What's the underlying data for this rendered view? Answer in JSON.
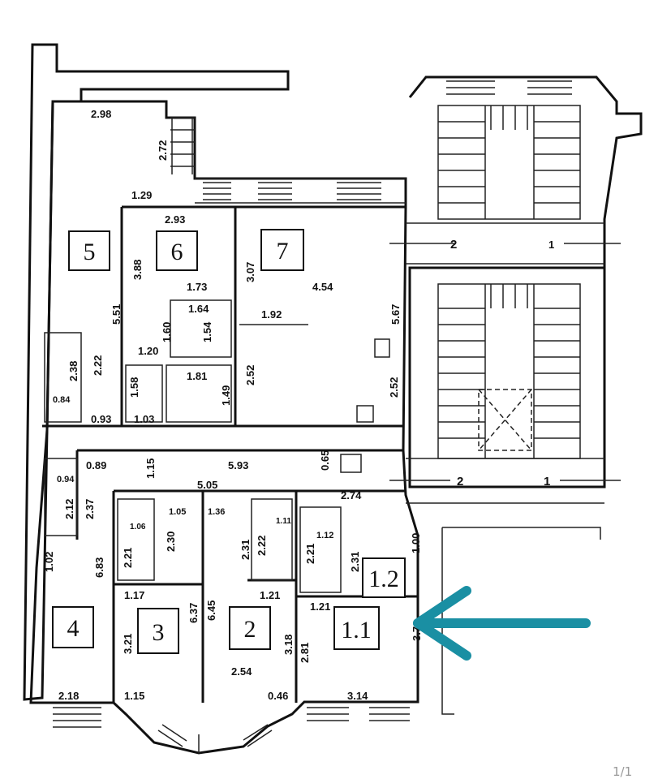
{
  "rooms": {
    "r1_1": "1.1",
    "r1_2": "1.2",
    "r2": "2",
    "r3": "3",
    "r4": "4",
    "r5": "5",
    "r6": "6",
    "r7": "7"
  },
  "dims": {
    "d2_98": "2.98",
    "d2_72": "2.72",
    "d1_29": "1.29",
    "d2_93": "2.93",
    "d3_88": "3.88",
    "d1_73": "1.73",
    "d3_07": "3.07",
    "d4_54": "4.54",
    "d5_67": "5.67",
    "d5_51": "5.51",
    "d1_64": "1.64",
    "d1_92": "1.92",
    "d1_60": "1.60",
    "d1_54": "1.54",
    "d1_20": "1.20",
    "d2_52a": "2.52",
    "d2_22": "2.22",
    "d2_38": "2.38",
    "d1_81": "1.81",
    "d2_52b": "2.52",
    "d1_58": "1.58",
    "d1_49": "1.49",
    "d0_84": "0.84",
    "d0_93": "0.93",
    "d1_03": "1.03",
    "d0_89": "0.89",
    "d1_15a": "1.15",
    "d5_93": "5.93",
    "d0_65": "0.65",
    "d0_94": "0.94",
    "d5_05": "5.05",
    "d2_74": "2.74",
    "d2_12": "2.12",
    "d2_37": "2.37",
    "d1_05": "1.05",
    "d1_36": "1.36",
    "d1_06": "1.06",
    "d1_11": "1.11",
    "d1_12": "1.12",
    "d2_30": "2.30",
    "d2_21a": "2.21",
    "d2_31a": "2.31",
    "d2_22b": "2.22",
    "d2_21b": "2.21",
    "d2_31b": "2.31",
    "d1_00": "1.00",
    "d1_02": "1.02",
    "d6_83": "6.83",
    "d1_17": "1.17",
    "d1_21a": "1.21",
    "d1_21b": "1.21",
    "d6_37": "6.37",
    "d6_45": "6.45",
    "d3_21": "3.21",
    "d3_18": "3.18",
    "d2_81": "2.81",
    "d3_71": "3.71",
    "d2_54": "2.54",
    "d2_18": "2.18",
    "d1_15b": "1.15",
    "d0_46": "0.46",
    "d3_14": "3.14"
  },
  "stair_labels": {
    "upper_2": "2",
    "upper_1": "1",
    "lower_2": "2",
    "lower_1": "1"
  },
  "page_number": "1/1",
  "colors": {
    "arrow": "#1a8fa3",
    "wall": "#111111"
  }
}
